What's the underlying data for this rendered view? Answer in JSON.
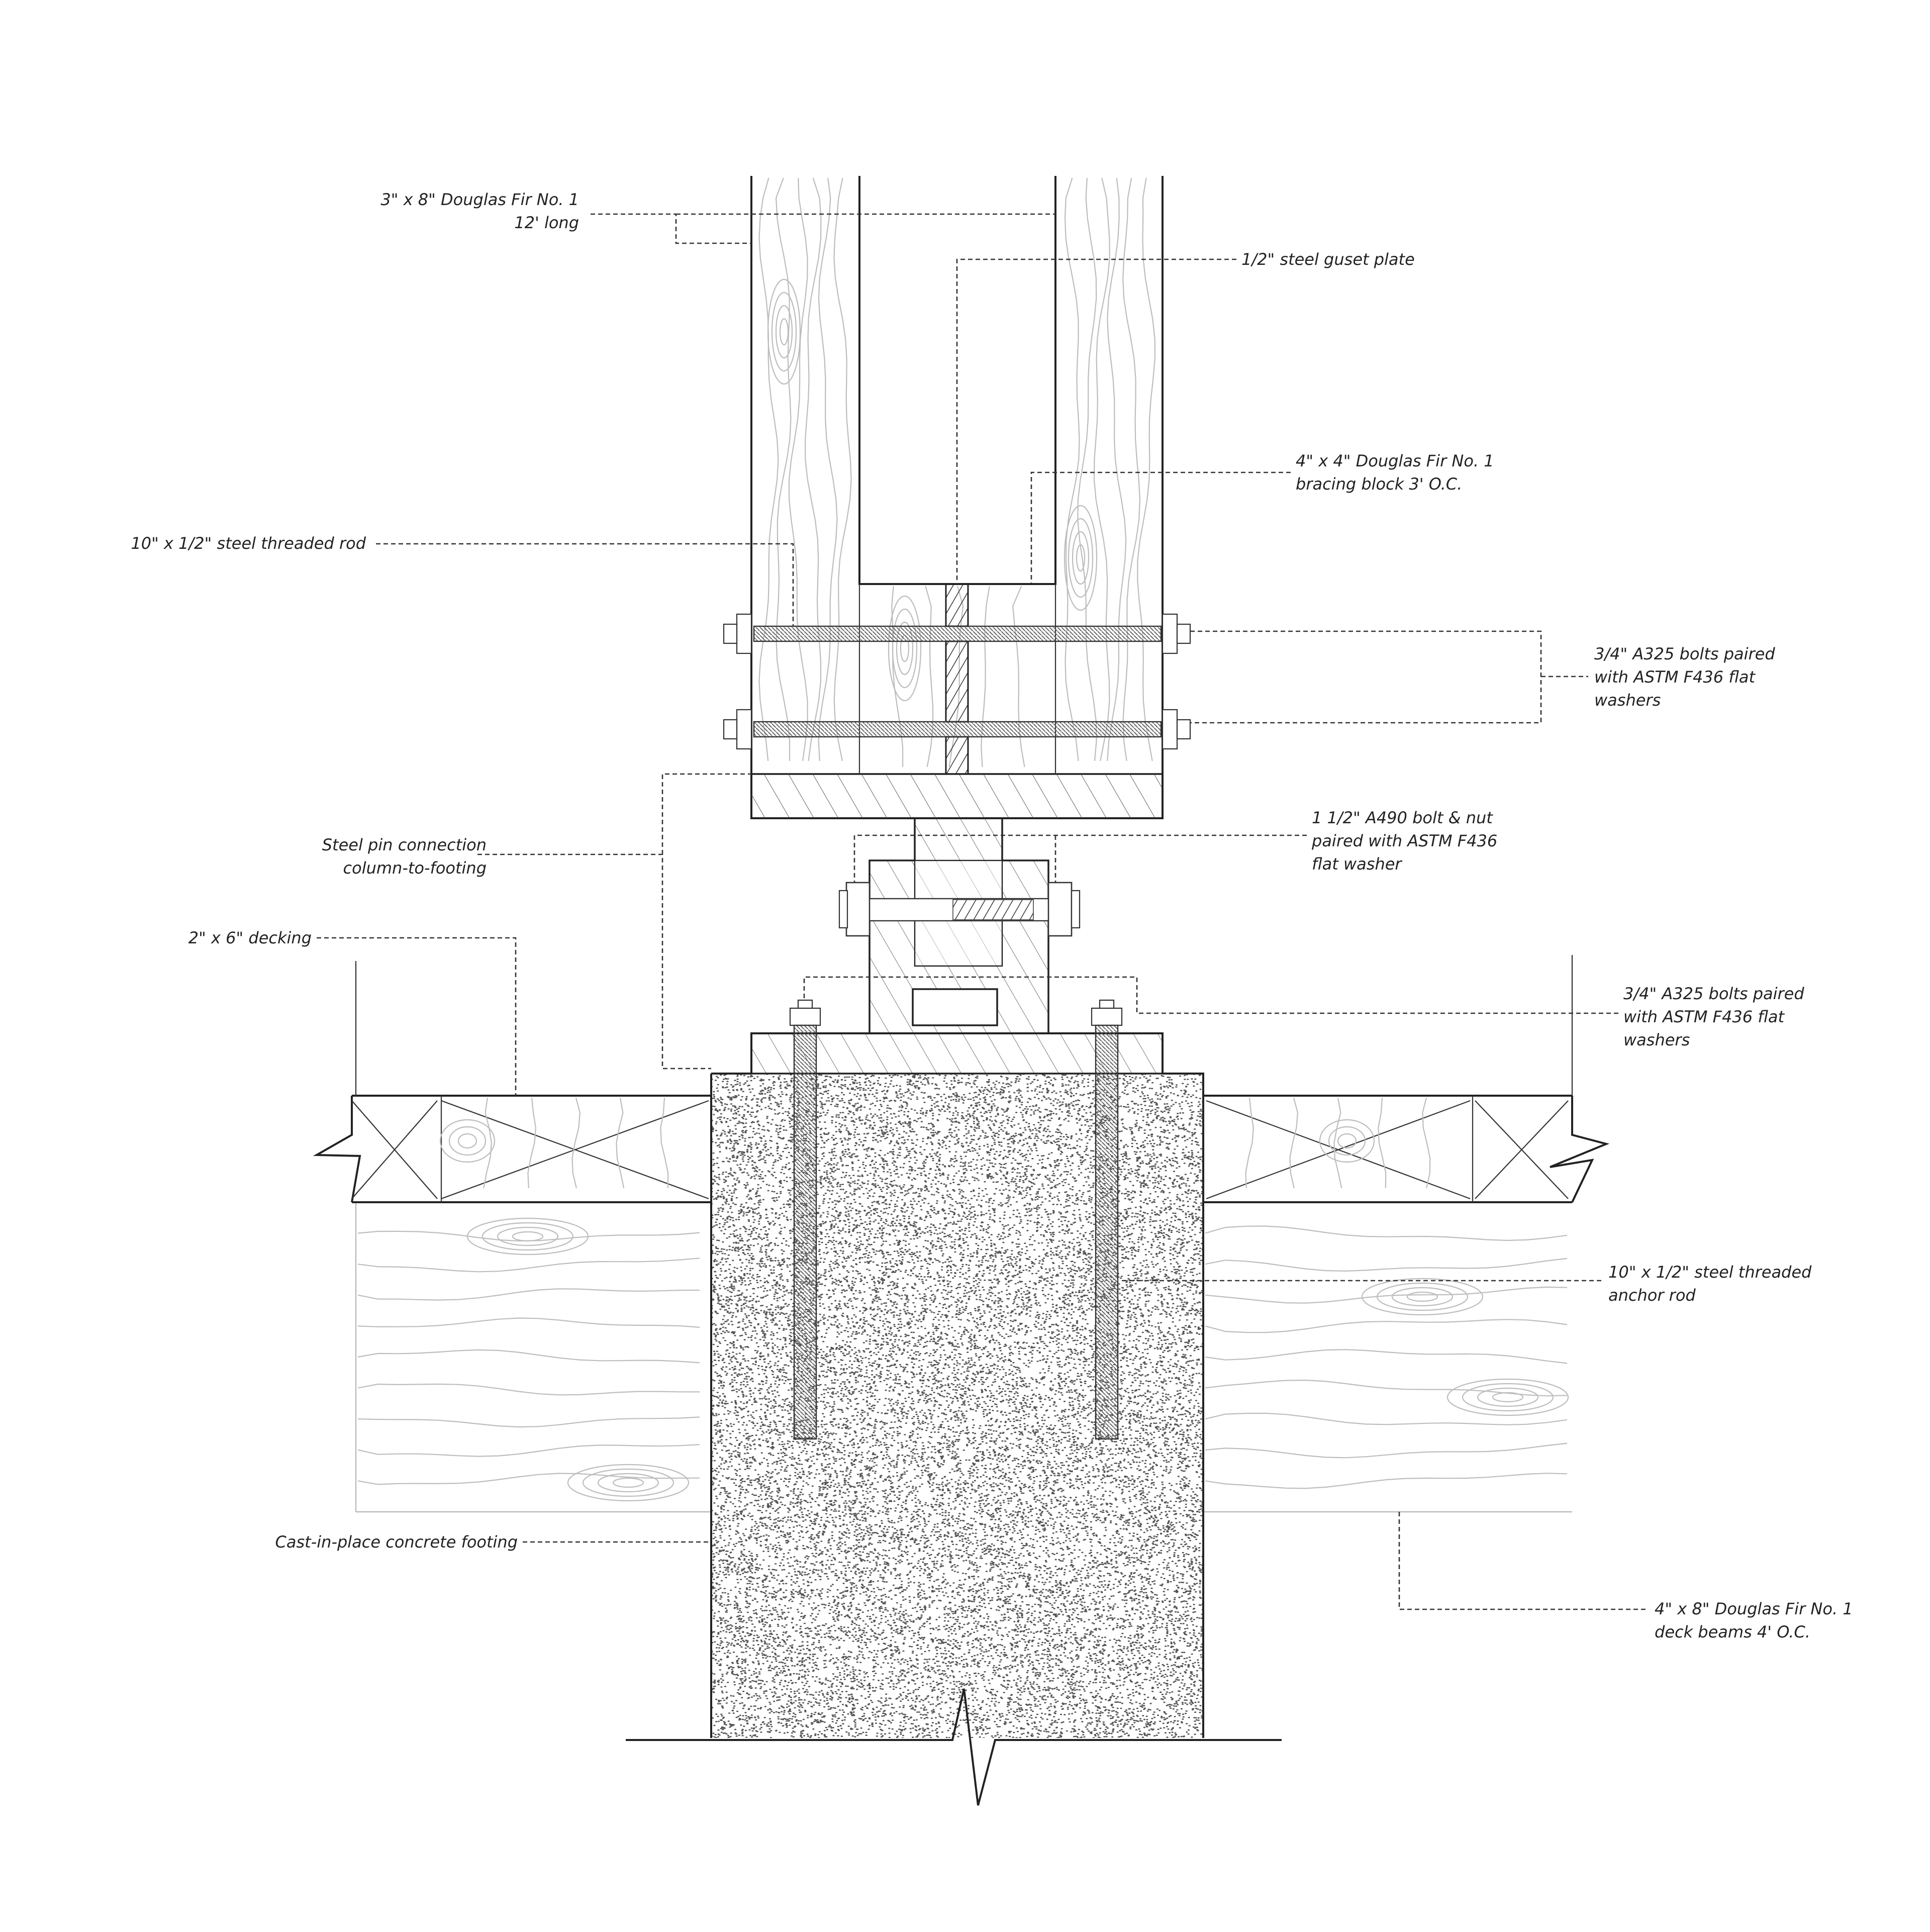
{
  "labels": {
    "column": [
      "3\" x 8\" Douglas Fir No. 1",
      "12' long"
    ],
    "gusset_plate": [
      "1/2\" steel guset plate"
    ],
    "bracing_block": [
      "4\" x 4\" Douglas Fir No. 1",
      "bracing block 3' O.C."
    ],
    "threaded_rod": [
      "10\" x 1/2\" steel threaded rod"
    ],
    "bolts_upper": [
      "3/4\" A325 bolts paired",
      "with ASTM F436 flat",
      "washers"
    ],
    "pin_bolt": [
      "1 1/2\" A490 bolt & nut",
      "paired with ASTM F436",
      "flat washer"
    ],
    "pin_connection": [
      "Steel pin connection",
      "column-to-footing"
    ],
    "decking": [
      "2\" x 6\" decking"
    ],
    "bolts_lower": [
      "3/4\" A325 bolts paired",
      "with ASTM F436 flat",
      "washers"
    ],
    "anchor_rod": [
      "10\" x 1/2\" steel threaded",
      "anchor rod"
    ],
    "footing": [
      "Cast-in-place concrete footing"
    ],
    "deck_beams": [
      "4\" x 8\" Douglas Fir No. 1",
      "deck beams 4' O.C."
    ]
  },
  "colors": {
    "line": "#222222",
    "grain": "#bdbdbd",
    "stipple": "#555555"
  }
}
